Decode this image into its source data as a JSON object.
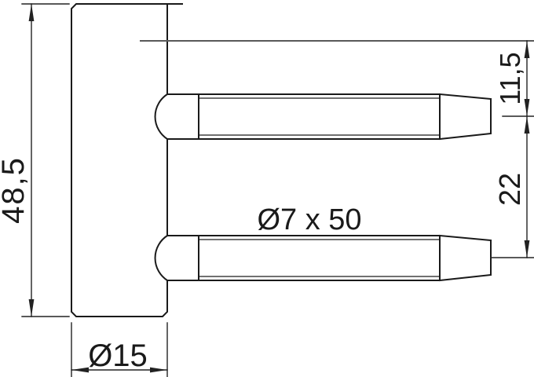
{
  "drawing": {
    "labels": {
      "height": "48,5",
      "top_offset": "11,5",
      "pin_spacing": "22",
      "pin_size": "Ø7 x 50",
      "body_diameter": "Ø15"
    },
    "colors": {
      "outline": "#1a1a1a",
      "dimension": "#222222",
      "reference_line": "#595959",
      "background": "#ffffff"
    }
  }
}
